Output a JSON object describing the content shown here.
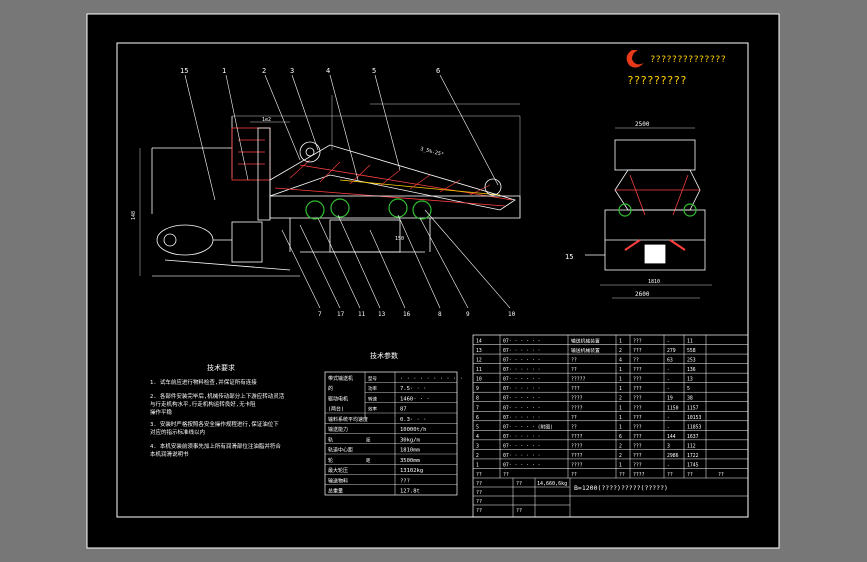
{
  "logo": {
    "line1": "??????????????",
    "line2": "?????????"
  },
  "balloons": [
    "15",
    "1",
    "2",
    "3",
    "4",
    "5",
    "6"
  ],
  "balloons_bottom": [
    "7",
    "17",
    "11",
    "13",
    "16",
    "8",
    "9",
    "10"
  ],
  "dims": {
    "top": "1e2",
    "slope": "3_5%-25°",
    "side_top": "2500",
    "side_bottom": "2600",
    "side_mid": "1810",
    "left_vertical": "148",
    "mid_label": "150",
    "side_balloon": "15"
  },
  "tech_notes": {
    "title": "技术要求",
    "items": [
      "1. 试车前应进行物料检查,并保证所有连接",
      "2. 各部件安装完毕后,机械传动部分上下游应转动灵活",
      "   与行走机构水平,行走机构运转良好,无卡阻",
      "   操作平稳",
      "3. 安装时严格按照各安全操作规程进行,保证油位下",
      "   对应的指示标准线以内",
      "4. 本机安装前须事先加上所有润滑部位注油脂并符合",
      "   本机润滑说明书"
    ]
  },
  "params": {
    "title": "技术参数",
    "rows": [
      {
        "label": "带式输送机",
        "sub": "型号",
        "value": "· · · · · · · · · ·"
      },
      {
        "label": "的",
        "sub": "功率",
        "value": "7.5· · ·"
      },
      {
        "label": "驱动电机",
        "sub": "转速",
        "value": "1460· · ·"
      },
      {
        "label": "(两台)",
        "sub": "效率",
        "value": "87"
      },
      {
        "label": "输料系统平均速度",
        "sub": "",
        "value": "0.3· · ·"
      },
      {
        "label": "输送能力",
        "sub": "",
        "value": "10000t/h"
      },
      {
        "label": "轨",
        "sub": "距",
        "value": "30kg/m"
      },
      {
        "label": "轨道中心距",
        "sub": "",
        "value": "1810mm"
      },
      {
        "label": "轮",
        "sub": "距",
        "value": "3500mm"
      },
      {
        "label": "最大轮压",
        "sub": "",
        "value": "13102kg"
      },
      {
        "label": "输送物料",
        "sub": "",
        "value": "???"
      },
      {
        "label": "总重量",
        "sub": "",
        "value": "127.8t"
      }
    ]
  },
  "bom": {
    "rows": [
      {
        "no": "14",
        "code": "07· · · · · ·",
        "name": "输送机械装置",
        "qty": "1",
        "mat": "???",
        "w1": "-",
        "w2": "11"
      },
      {
        "no": "13",
        "code": "07· · · · · ·",
        "name": "输送机械装置",
        "qty": "2",
        "mat": "???",
        "w1": "279",
        "w2": "558"
      },
      {
        "no": "12",
        "code": "07· · · · · ·",
        "name": "??",
        "qty": "4",
        "mat": "??",
        "w1": "63",
        "w2": "253"
      },
      {
        "no": "11",
        "code": "07· · · · · ·",
        "name": "??",
        "qty": "1",
        "mat": "???",
        "w1": "-",
        "w2": "136"
      },
      {
        "no": "10",
        "code": "07· · · · · ·",
        "name": "?????",
        "qty": "1",
        "mat": "???",
        "w1": "-",
        "w2": "13"
      },
      {
        "no": "9",
        "code": "07· · · · · ·",
        "name": "???",
        "qty": "1",
        "mat": "???",
        "w1": "-",
        "w2": "5"
      },
      {
        "no": "8",
        "code": "07· · · · · ·",
        "name": "????",
        "qty": "2",
        "mat": "???",
        "w1": "19",
        "w2": "38"
      },
      {
        "no": "7",
        "code": "07· · · · · ·",
        "name": "????",
        "qty": "1",
        "mat": "???",
        "w1": "1150",
        "w2": "1157"
      },
      {
        "no": "6",
        "code": "07· · · · · ·",
        "name": "??",
        "qty": "1",
        "mat": "???",
        "w1": "-",
        "w2": "10153"
      },
      {
        "no": "5",
        "code": "07· · · · · (附图)",
        "name": "??",
        "qty": "1",
        "mat": "???",
        "w1": "-",
        "w2": "11853"
      },
      {
        "no": "4",
        "code": "07· · · · · ·",
        "name": "????",
        "qty": "6",
        "mat": "???",
        "w1": "144",
        "w2": "1637"
      },
      {
        "no": "3",
        "code": "07· · · · · ·",
        "name": "????",
        "qty": "2",
        "mat": "???",
        "w1": "3",
        "w2": "112"
      },
      {
        "no": "2",
        "code": "07· · · · · ·",
        "name": "????",
        "qty": "2",
        "mat": "???",
        "w1": "2986",
        "w2": "1722"
      },
      {
        "no": "1",
        "code": "07· · · · · ·",
        "name": "????",
        "qty": "1",
        "mat": "???",
        "w1": "-",
        "w2": "1745"
      },
      {
        "no": "??",
        "code": "??",
        "name": "??",
        "qty": "??",
        "mat": "????",
        "w1": "??",
        "w2": "??"
      }
    ],
    "extra_col": "??",
    "title_block": {
      "c1": "??",
      "c2": "??",
      "weight": "14,660,6kg",
      "main_title": "B=1200(????)?????(?????)",
      "rows": [
        "??",
        "??",
        "??",
        "??"
      ]
    }
  }
}
